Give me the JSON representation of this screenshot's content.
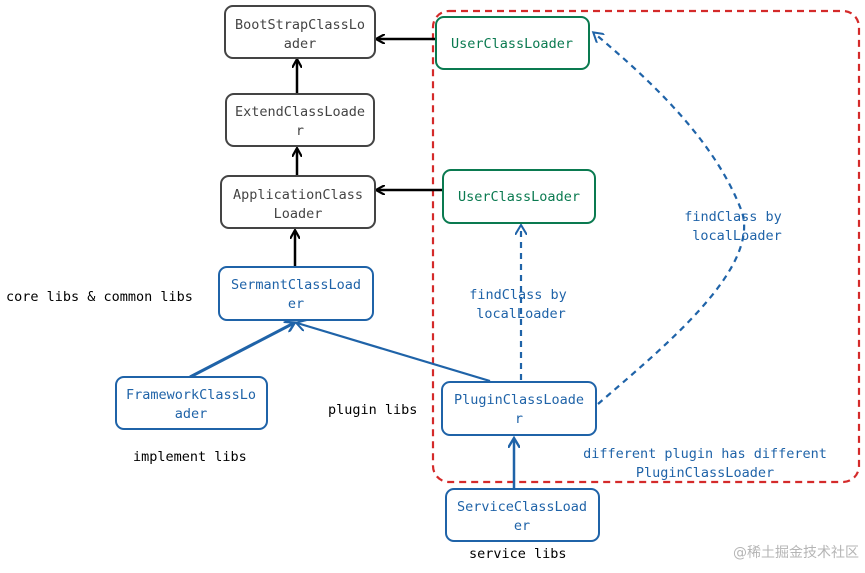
{
  "nodes": {
    "bootstrap": {
      "line1": "BootStrapClassLo",
      "line2": "ader"
    },
    "extend": {
      "line1": "ExtendClassLoade",
      "line2": "r"
    },
    "application": {
      "line1": "ApplicationClass",
      "line2": "Loader"
    },
    "user_top": {
      "line1": "UserClassLoader"
    },
    "user_mid": {
      "line1": "UserClassLoader"
    },
    "sermant": {
      "line1": "SermantClassLoad",
      "line2": "er"
    },
    "framework": {
      "line1": "FrameworkClassLo",
      "line2": "ader"
    },
    "plugin": {
      "line1": "PluginClassLoade",
      "line2": "r"
    },
    "service": {
      "line1": "ServiceClassLoad",
      "line2": "er"
    }
  },
  "labels": {
    "core_libs": "core libs & common libs",
    "plugin_libs": "plugin libs",
    "implement_libs": "implement libs",
    "service_libs": "service libs",
    "find_mid": {
      "line1": "findClass by",
      "line2": "localLoader"
    },
    "find_right": {
      "line1": "findClass by",
      "line2": "localLoader"
    },
    "different": {
      "line1": "different plugin has different",
      "line2": "PluginClassLoader"
    }
  },
  "watermark": "@稀土掘金技术社区",
  "colors": {
    "gray": "#444444",
    "green": "#0a7a50",
    "blue": "#1f63a8",
    "red_dashed": "#d42a2a",
    "black": "#000000"
  }
}
